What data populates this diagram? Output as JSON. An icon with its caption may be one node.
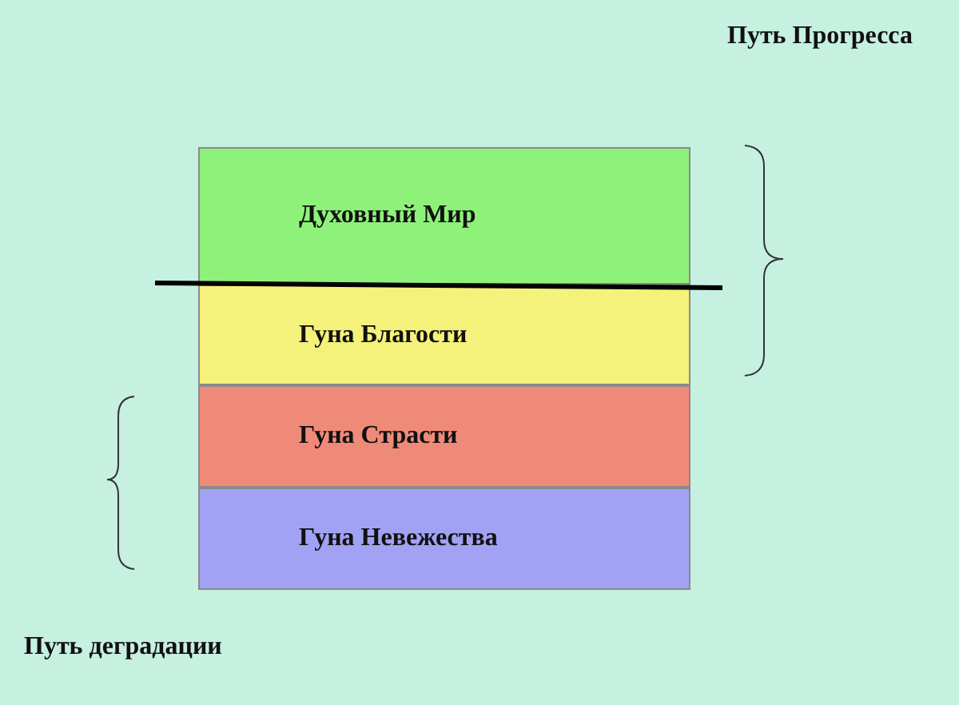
{
  "diagram": {
    "nodes": [
      {
        "text": [
          "Духовный Мир"
        ]
      },
      {
        "text": [
          "Гуна Благости"
        ]
      },
      {
        "text": [
          "Гуна Страсти"
        ]
      },
      {
        "text": [
          "Гуна Невежества"
        ]
      }
    ],
    "labels": [
      "Путь Прогресса",
      "Путь деградации"
    ]
  }
}
